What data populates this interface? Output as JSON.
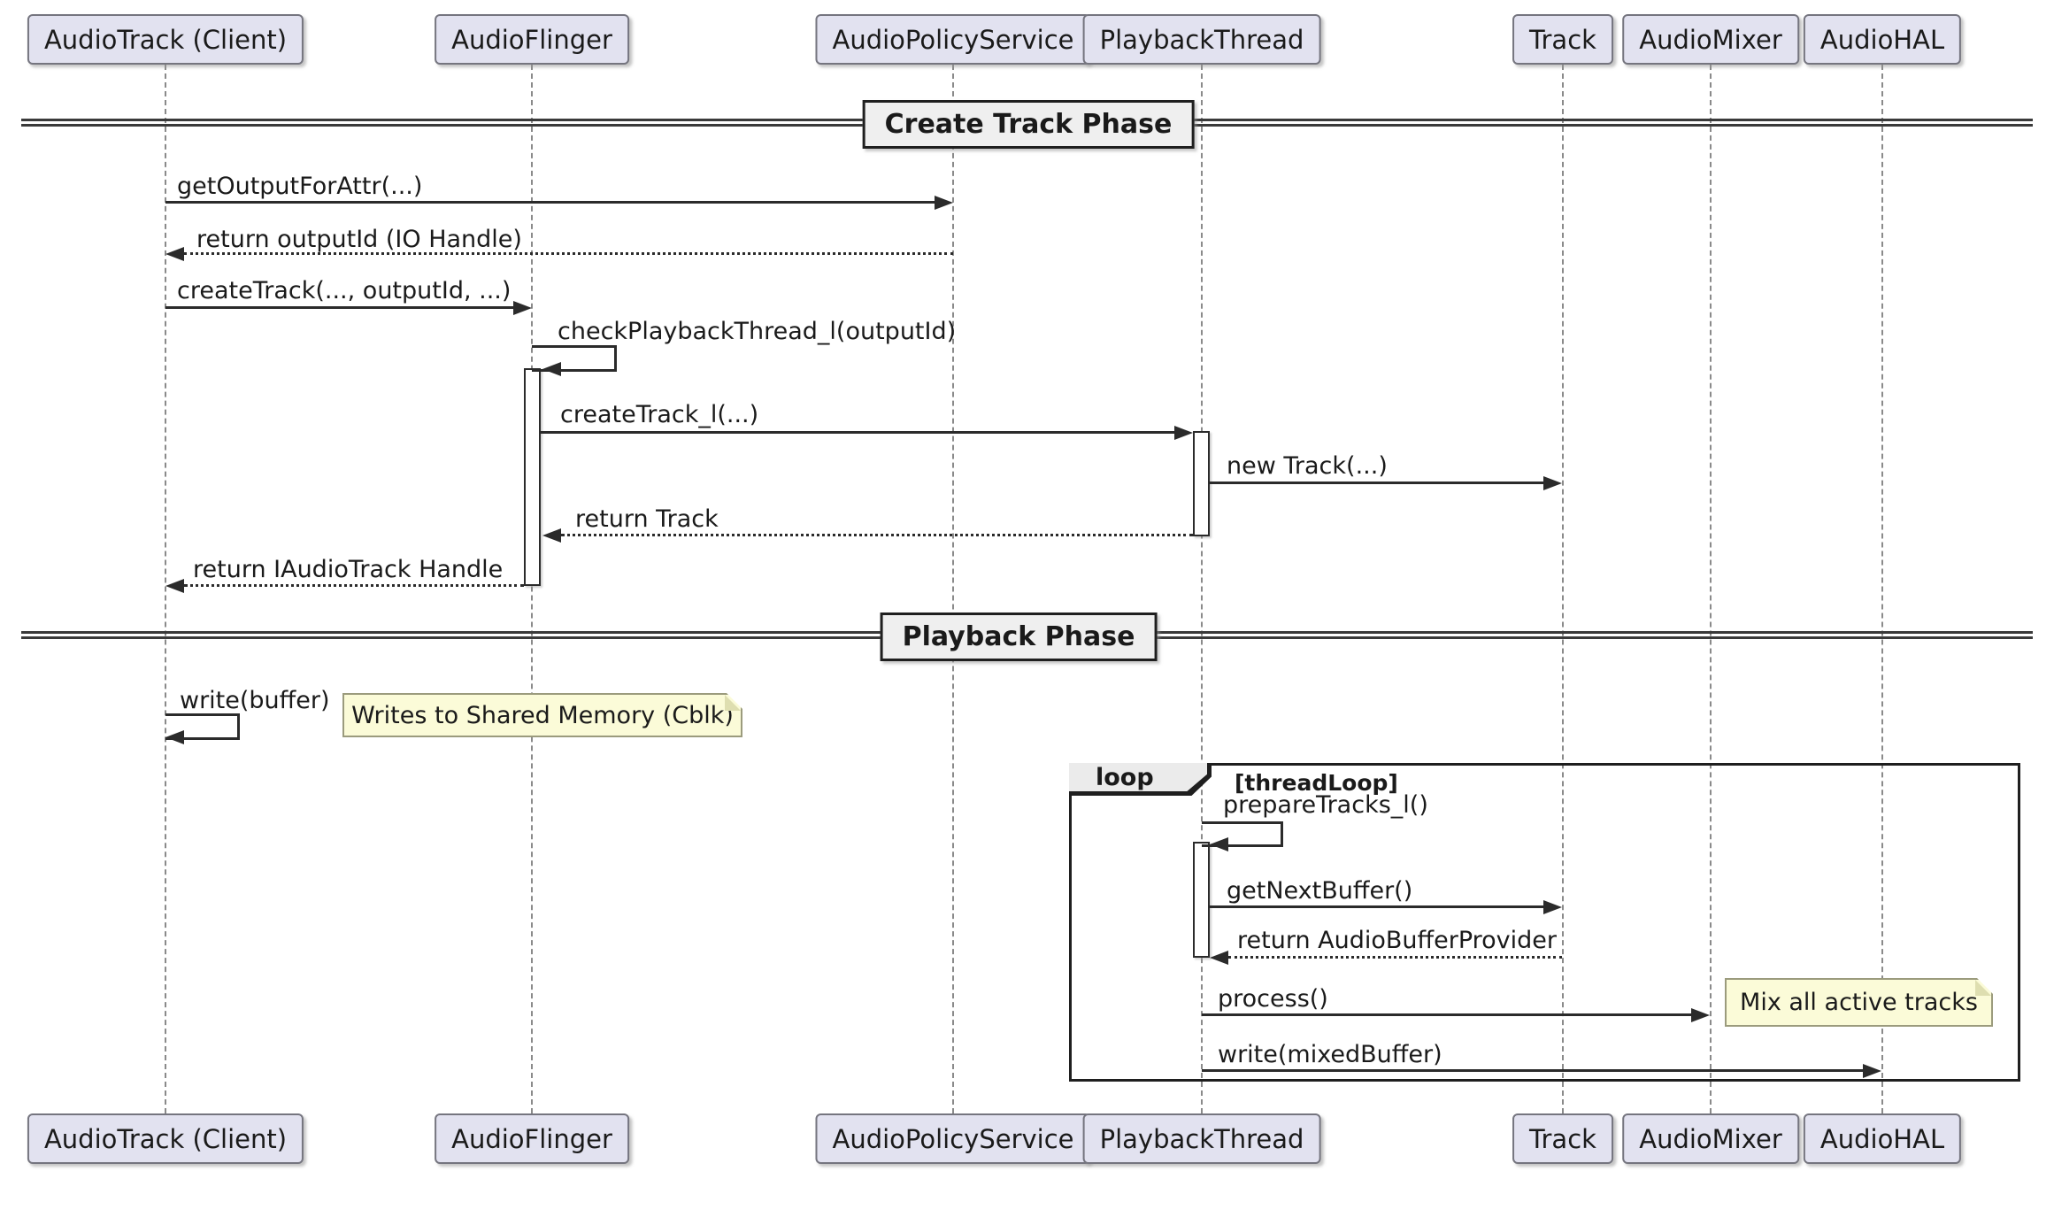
{
  "diagram_type": "uml-sequence",
  "participants": [
    {
      "label": "AudioTrack (Client)"
    },
    {
      "label": "AudioFlinger"
    },
    {
      "label": "AudioPolicyService"
    },
    {
      "label": "PlaybackThread"
    },
    {
      "label": "Track"
    },
    {
      "label": "AudioMixer"
    },
    {
      "label": "AudioHAL"
    }
  ],
  "dividers": [
    {
      "label": "Create Track Phase"
    },
    {
      "label": "Playback Phase"
    }
  ],
  "messages": [
    {
      "label": "getOutputForAttr(...)",
      "from": "AudioTrack (Client)",
      "to": "AudioPolicyService",
      "kind": "call",
      "line": "solid"
    },
    {
      "label": "return outputId (IO Handle)",
      "from": "AudioPolicyService",
      "to": "AudioTrack (Client)",
      "kind": "return",
      "line": "dotted"
    },
    {
      "label": "createTrack(..., outputId, ...)",
      "from": "AudioTrack (Client)",
      "to": "AudioFlinger",
      "kind": "call",
      "line": "solid"
    },
    {
      "label": "checkPlaybackThread_l(outputId)",
      "from": "AudioFlinger",
      "to": "AudioFlinger",
      "kind": "self",
      "line": "solid"
    },
    {
      "label": "createTrack_l(...)",
      "from": "AudioFlinger",
      "to": "PlaybackThread",
      "kind": "call",
      "line": "solid"
    },
    {
      "label": "new Track(...)",
      "from": "PlaybackThread",
      "to": "Track",
      "kind": "call",
      "line": "solid"
    },
    {
      "label": "return Track",
      "from": "PlaybackThread",
      "to": "AudioFlinger",
      "kind": "return",
      "line": "dotted"
    },
    {
      "label": "return IAudioTrack Handle",
      "from": "AudioFlinger",
      "to": "AudioTrack (Client)",
      "kind": "return",
      "line": "dotted"
    },
    {
      "label": "write(buffer)",
      "from": "AudioTrack (Client)",
      "to": "AudioTrack (Client)",
      "kind": "self",
      "line": "solid"
    },
    {
      "label": "prepareTracks_l()",
      "from": "PlaybackThread",
      "to": "PlaybackThread",
      "kind": "self",
      "line": "solid"
    },
    {
      "label": "getNextBuffer()",
      "from": "PlaybackThread",
      "to": "Track",
      "kind": "call",
      "line": "solid"
    },
    {
      "label": "return AudioBufferProvider",
      "from": "Track",
      "to": "PlaybackThread",
      "kind": "return",
      "line": "dotted"
    },
    {
      "label": "process()",
      "from": "PlaybackThread",
      "to": "AudioMixer",
      "kind": "call",
      "line": "solid"
    },
    {
      "label": "write(mixedBuffer)",
      "from": "PlaybackThread",
      "to": "AudioHAL",
      "kind": "call",
      "line": "solid"
    }
  ],
  "notes": [
    {
      "label": "Writes to Shared Memory (Cblk)"
    },
    {
      "label": "Mix all active tracks"
    }
  ],
  "fragment": {
    "operator": "loop",
    "guard": "[threadLoop]"
  },
  "colors": {
    "participant_fill": "#E2E2F0",
    "note_fill": "#FBFBD8",
    "fragment_header_fill": "#EBEBEB",
    "divider_fill": "#EFEFEF",
    "line": "#2B2B2B",
    "lifeline": "#8A8A8A",
    "background": "#FFFFFF"
  }
}
